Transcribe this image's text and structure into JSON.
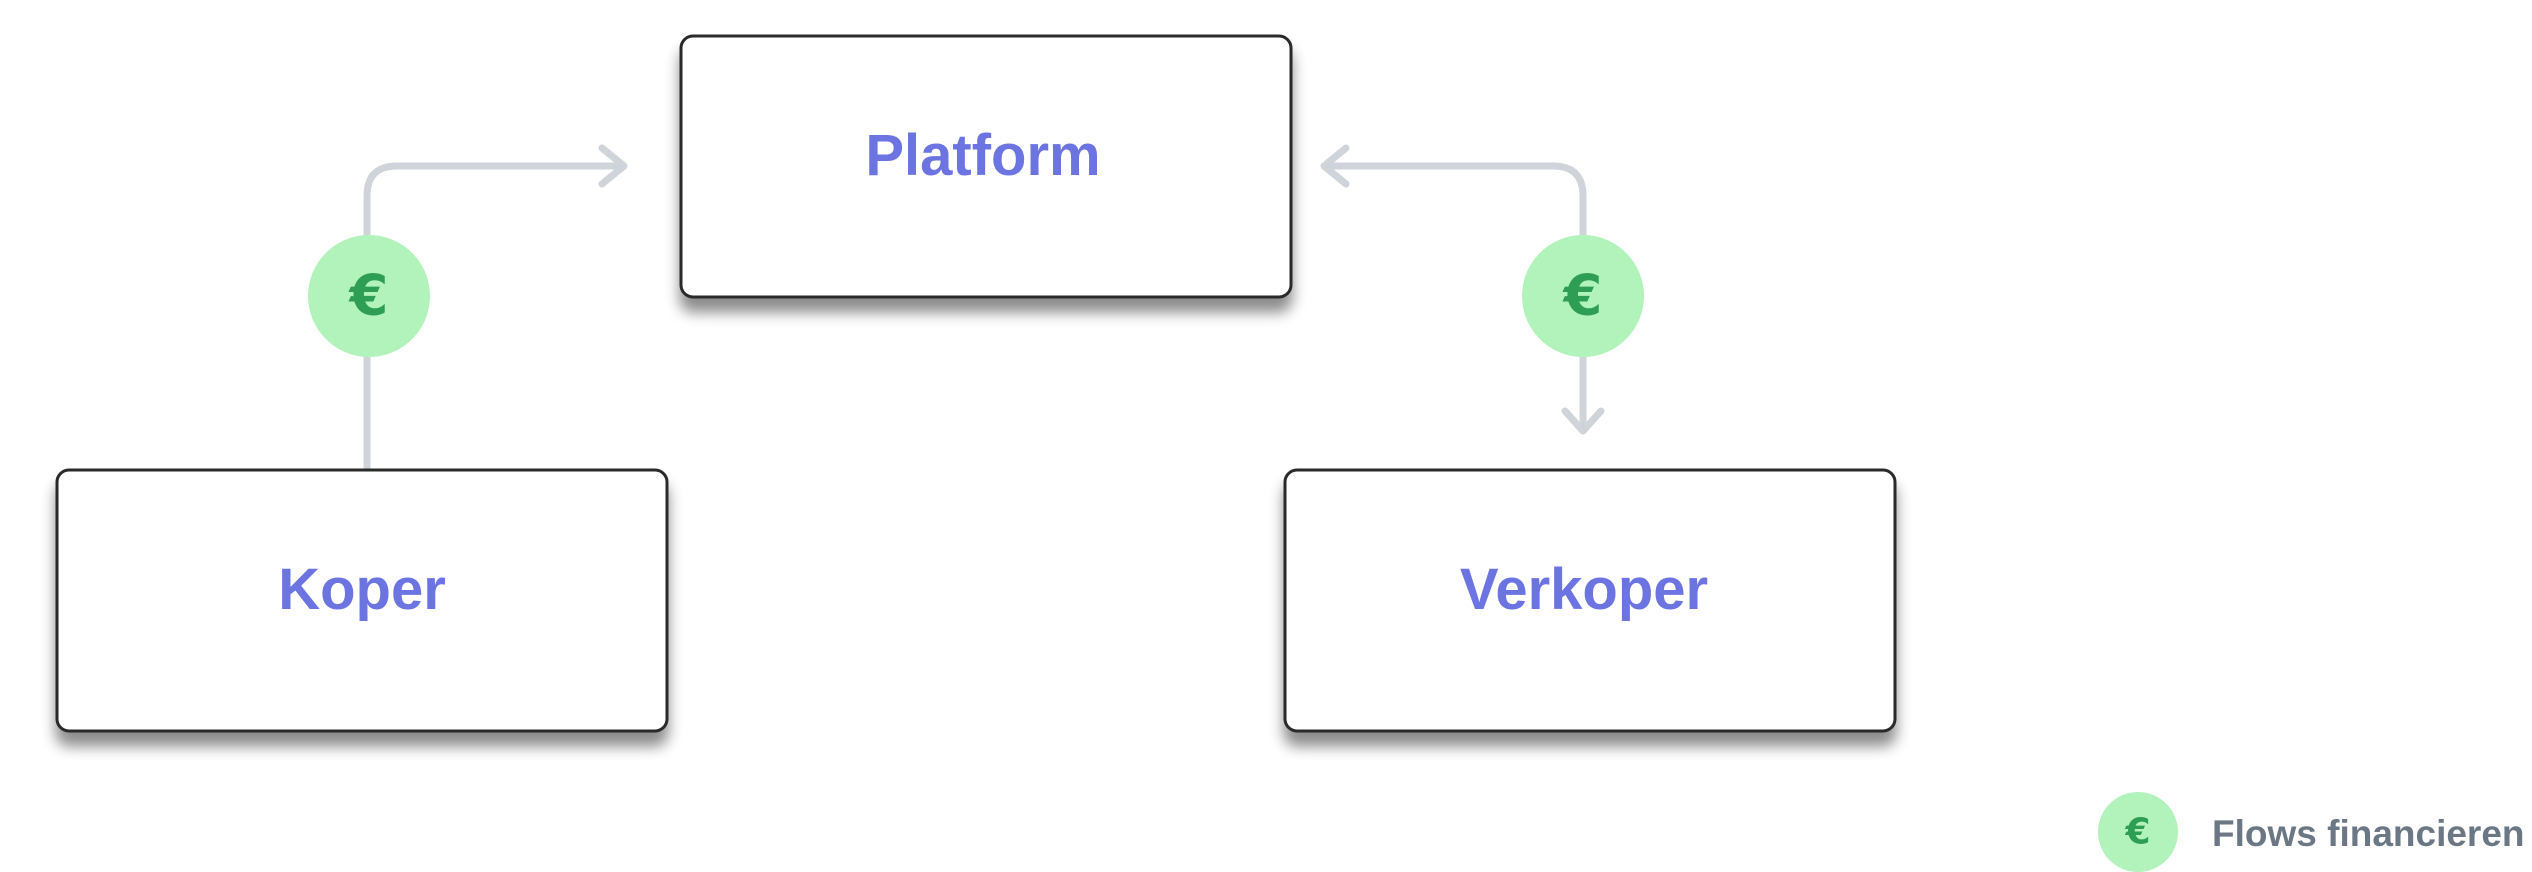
{
  "nodes": {
    "platform": "Platform",
    "koper": "Koper",
    "verkoper": "Verkoper"
  },
  "badges": {
    "symbol": "€",
    "icon": "euro-icon"
  },
  "legend": {
    "symbol": "€",
    "label": "Flows financieren",
    "icon": "euro-icon"
  },
  "colors": {
    "node_label": "#6b74e0",
    "badge_fill": "#b2f2bb",
    "badge_symbol": "#2f9e55",
    "connector": "#ced4da",
    "legend_text": "#6b7785",
    "box_border": "#2b2b2b"
  }
}
